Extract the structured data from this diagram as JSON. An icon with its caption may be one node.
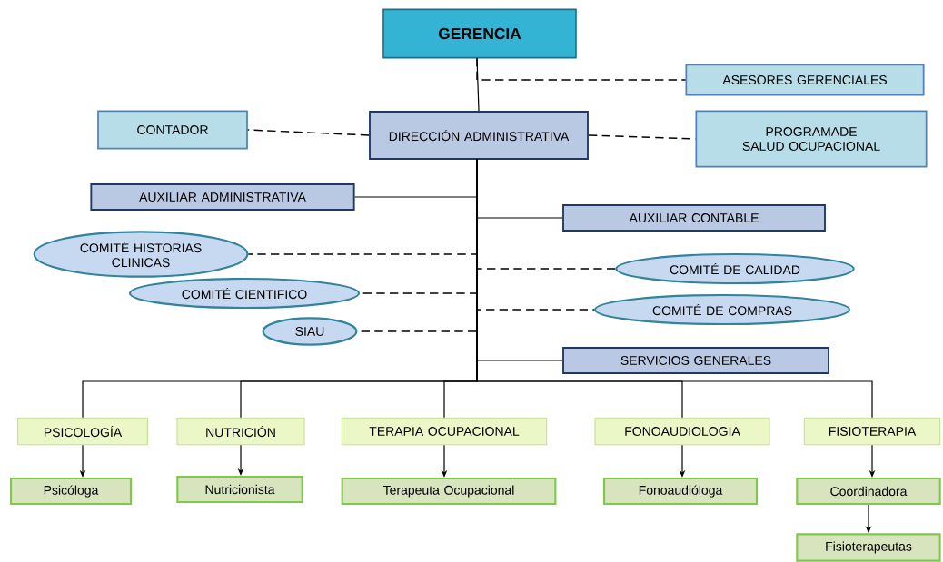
{
  "diagram": {
    "nodes": [
      {
        "text": [
          "GERENCIA"
        ]
      },
      {
        "text": [
          "ASESORES GERENCIALES"
        ]
      },
      {
        "text": [
          "CONTADOR"
        ]
      },
      {
        "text": [
          "DIRECCIÓN ADMINISTRATIVA"
        ]
      },
      {
        "text": [
          "PROGRAMADE SALUD OCUPACIONAL"
        ]
      },
      {
        "text": [
          "AUXILIAR ADMINISTRATIVA"
        ]
      },
      {
        "text": [
          "AUXILIAR  CONTABLE"
        ]
      },
      {
        "text": [
          "COMITÉ HISTORIAS CLINICAS"
        ]
      },
      {
        "text": [
          "COMITÉ DE CALIDAD"
        ]
      },
      {
        "text": [
          "COMITÉ CIENTIFICO"
        ]
      },
      {
        "text": [
          "COMITÉ DE COMPRAS"
        ]
      },
      {
        "text": [
          "SIAU"
        ]
      },
      {
        "text": [
          "SERVICIOS GENERALES"
        ]
      },
      {
        "text": [
          "PSICOLOGÍA"
        ]
      },
      {
        "text": [
          "NUTRICIÓN"
        ]
      },
      {
        "text": [
          "TERAPIA  OCUPACIONAL"
        ]
      },
      {
        "text": [
          "FONOAUDIOLOGIA"
        ]
      },
      {
        "text": [
          "FISIOTERAPIA"
        ]
      },
      {
        "text": [
          "Psicóloga"
        ]
      },
      {
        "text": [
          "Nutricionista"
        ]
      },
      {
        "text": [
          "Terapeuta Ocupacional"
        ]
      },
      {
        "text": [
          "Fonoaudióloga"
        ]
      },
      {
        "text": [
          "Coordinadora"
        ]
      },
      {
        "text": [
          "Fisioterapeutas"
        ]
      }
    ],
    "edges": [
      {
        "from": 0,
        "to": 3,
        "arrow": "none"
      },
      {
        "from": 0,
        "to": 1,
        "arrow": "none",
        "style": "dashed"
      },
      {
        "from": 3,
        "to": 2,
        "arrow": "none",
        "style": "dashed"
      },
      {
        "from": 3,
        "to": 4,
        "arrow": "none",
        "style": "dashed"
      },
      {
        "from": 3,
        "to": 5,
        "arrow": "none"
      },
      {
        "from": 3,
        "to": 6,
        "arrow": "none"
      },
      {
        "from": 3,
        "to": 7,
        "arrow": "none",
        "style": "dashed"
      },
      {
        "from": 3,
        "to": 8,
        "arrow": "none",
        "style": "dashed"
      },
      {
        "from": 3,
        "to": 9,
        "arrow": "none",
        "style": "dashed"
      },
      {
        "from": 3,
        "to": 10,
        "arrow": "none",
        "style": "dashed"
      },
      {
        "from": 3,
        "to": 11,
        "arrow": "none",
        "style": "dashed"
      },
      {
        "from": 3,
        "to": 12,
        "arrow": "none"
      },
      {
        "from": 3,
        "to": 13,
        "arrow": "none"
      },
      {
        "from": 3,
        "to": 14,
        "arrow": "none"
      },
      {
        "from": 3,
        "to": 15,
        "arrow": "none"
      },
      {
        "from": 3,
        "to": 16,
        "arrow": "none"
      },
      {
        "from": 3,
        "to": 17,
        "arrow": "none"
      },
      {
        "from": 13,
        "to": 18,
        "arrow": "to"
      },
      {
        "from": 14,
        "to": 19,
        "arrow": "to"
      },
      {
        "from": 15,
        "to": 20,
        "arrow": "to"
      },
      {
        "from": 16,
        "to": 21,
        "arrow": "to"
      },
      {
        "from": 17,
        "to": 22,
        "arrow": "to"
      },
      {
        "from": 22,
        "to": 23,
        "arrow": "to"
      }
    ]
  }
}
